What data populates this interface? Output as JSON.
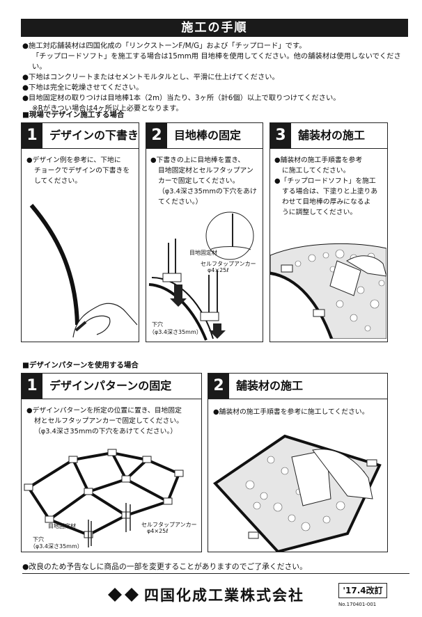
{
  "header": {
    "title": "施工の手順"
  },
  "notes": [
    "●施工対応舗装材は四国化成の「リンクストーンF/M/G」および「チップロード」です。",
    "「チップロードソフト」を施工する場合は15mm用 目地棒を使用してください。他の舗装材は使用しないでください。",
    "●下地はコンクリートまたはセメントモルタルとし、平滑に仕上げてください。",
    "●下地は完全に乾燥させてください。",
    "●目地固定材の取りつけは目地棒1本（2m）当たり、3ヶ所（計6個）以上で取りつけてください。",
    "※Rがきつい場合は4ヶ所以上必要となります。"
  ],
  "section1": {
    "label": "■現場でデザイン施工する場合",
    "steps": [
      {
        "num": "1",
        "title": "デザインの下書き",
        "desc": [
          "●デザイン例を参考に、下地に",
          "チョークでデザインの下書きを",
          "してください。"
        ]
      },
      {
        "num": "2",
        "title": "目地棒の固定",
        "desc": [
          "●下書きの上に目地棒を置き、",
          "目地固定材とセルフタップアン",
          "カーで固定してください。",
          "（φ3.4深さ35mmの下穴をあけ",
          "てください。）"
        ],
        "labels": {
          "fixer": "目地固定材",
          "anchor": "セルフタップアンカー",
          "anchor_size": "φ4×25ℓ",
          "hole": "下穴",
          "hole_size": "（φ3.4深さ35mm）"
        }
      },
      {
        "num": "3",
        "title": "舗装材の施工",
        "desc": [
          "●舗装材の施工手順書を参考",
          "に施工してください。",
          "●「チップロードソフト」を施工",
          "する場合は、下塗りと上塗りあ",
          "わせて目地棒の厚みになるよ",
          "うに調整してください。"
        ]
      }
    ]
  },
  "section2": {
    "label": "■デザインパターンを使用する場合",
    "steps": [
      {
        "num": "1",
        "title": "デザインパターンの固定",
        "desc": [
          "●デザインパターンを所定の位置に置き、目地固定",
          "材とセルフタップアンカーで固定してください。",
          "（φ3.4深さ35mmの下穴をあけてください。）"
        ],
        "labels": {
          "fixer": "目地固定材",
          "anchor": "セルフタップアンカー",
          "anchor_size": "φ4×25ℓ",
          "hole": "下穴",
          "hole_size": "（φ3.4深さ35mm）"
        }
      },
      {
        "num": "2",
        "title": "舗装材の施工",
        "desc": [
          "●舗装材の施工手順書を参考に施工してください。"
        ]
      }
    ]
  },
  "footer": {
    "note": "●改良のため予告なしに商品の一部を変更することがありますのでご了承ください。",
    "company": "四国化成工業株式会社",
    "revision": "'17.4改訂",
    "doc_no": "No.170401-001"
  }
}
